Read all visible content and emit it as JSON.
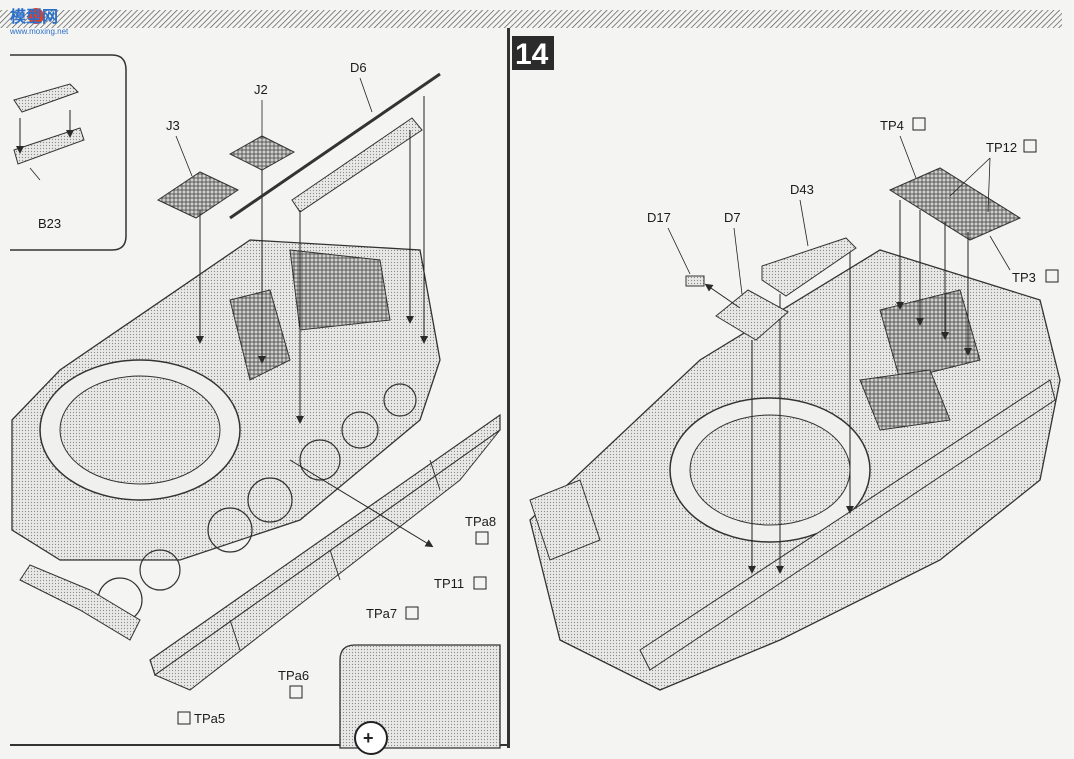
{
  "watermark": {
    "logo_text": "模型网",
    "sub_text": "www.moxing.net"
  },
  "step": {
    "number": "14"
  },
  "left_panel": {
    "labels": {
      "b23": "B23",
      "j3": "J3",
      "j2": "J2",
      "d6": "D6",
      "tpa8": "TPa8",
      "tp11": "TP11",
      "tpa7": "TPa7",
      "tpa6": "TPa6",
      "tpa5": "TPa5"
    }
  },
  "right_panel": {
    "labels": {
      "tp4": "TP4",
      "tp12": "TP12",
      "d43": "D43",
      "d17": "D17",
      "d7": "D7",
      "tp3": "TP3"
    }
  },
  "colors": {
    "line": "#2a2a2a",
    "hatch": "#555555",
    "paper": "#f4f4f2",
    "accent_watermark": "#e0402a",
    "watermark_blue": "#2a6fc9"
  }
}
